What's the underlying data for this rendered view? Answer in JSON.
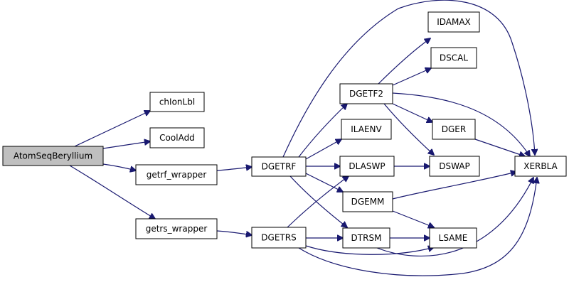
{
  "colors": {
    "edge": "#191970",
    "node_border": "#000000",
    "root_fill": "#bfbfbf",
    "node_fill": "#ffffff"
  },
  "nodes": {
    "atom": {
      "label": "AtomSeqBeryllium"
    },
    "chion": {
      "label": "chIonLbl"
    },
    "cooladd": {
      "label": "CoolAdd"
    },
    "getrf_wrapper": {
      "label": "getrf_wrapper"
    },
    "getrs_wrapper": {
      "label": "getrs_wrapper"
    },
    "dgetrf": {
      "label": "DGETRF"
    },
    "dgetrs": {
      "label": "DGETRS"
    },
    "dgetf2": {
      "label": "DGETF2"
    },
    "ilaenv": {
      "label": "ILAENV"
    },
    "dlaswp": {
      "label": "DLASWP"
    },
    "dgemm": {
      "label": "DGEMM"
    },
    "dtrsm": {
      "label": "DTRSM"
    },
    "idamax": {
      "label": "IDAMAX"
    },
    "dscal": {
      "label": "DSCAL"
    },
    "dger": {
      "label": "DGER"
    },
    "dswap": {
      "label": "DSWAP"
    },
    "lsame": {
      "label": "LSAME"
    },
    "xerbla": {
      "label": "XERBLA"
    }
  }
}
